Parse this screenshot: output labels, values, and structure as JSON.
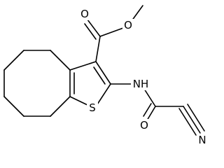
{
  "molecule": {
    "atoms": {
      "ester_carbonyl_oxygen": "O",
      "ester_oxygen": "O",
      "thiophene_sulfur": "S",
      "amide_nitrogen": "NH",
      "amide_oxygen": "O",
      "nitrile_nitrogen": "N"
    }
  }
}
